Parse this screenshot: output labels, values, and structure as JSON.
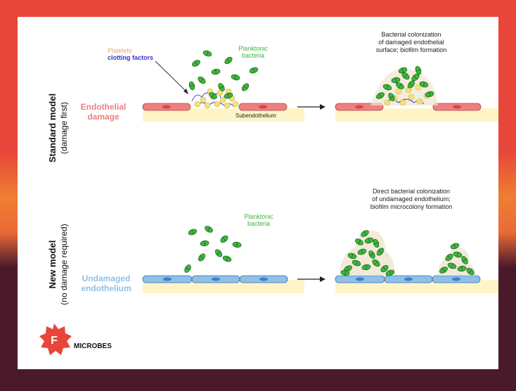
{
  "colors": {
    "endothelial_damaged": "#f08080",
    "endothelial_healthy": "#8fc0ea",
    "bacteria": "#3fb53f",
    "platelet": "#f5e27a",
    "subendothelium": "#fdf5c8",
    "clotting_factors": "#3333cc"
  },
  "standard": {
    "title": "Standard model",
    "subtitle": "(damage first)",
    "state_label_1": "Endothelial",
    "state_label_2": "damage",
    "platelets_label": "Platelets",
    "clotting_label": "clotting factors",
    "planktonic_1": "Planktonic",
    "planktonic_2": "bacteria",
    "subendothelium": "Subendothelium",
    "result_1": "Bacterial colonization",
    "result_2": "of damaged endothelial",
    "result_3": "surface; biofilm formation"
  },
  "new": {
    "title": "New model",
    "subtitle": "(no damage required)",
    "state_label_1": "Undamaged",
    "state_label_2": "endothelium",
    "planktonic_1": "Planktonic",
    "planktonic_2": "bacteria",
    "result_1": "Direct bacterial colonization",
    "result_2": "of undamaged endothelium;",
    "result_3": "biofilm microcolony formation"
  },
  "logo": {
    "letter": "F",
    "name": "MICROBES"
  }
}
